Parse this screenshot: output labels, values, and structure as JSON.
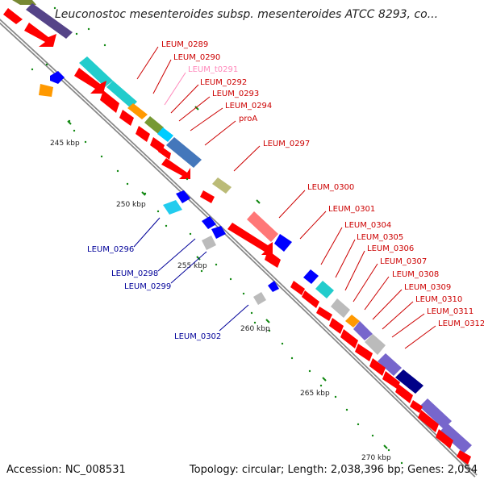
{
  "header": {
    "title": "Leuconostoc mesenteroides subsp. mesenteroides ATCC 8293, co..."
  },
  "footer": {
    "accession": "Accession: NC_008531",
    "topology": "Topology: circular; Length: 2,038,396 bp; Genes: 2,054"
  },
  "colors": {
    "cds": "#ff0000",
    "rna": "#ff99cc",
    "minus_label": "#000099",
    "plus_label": "#cc0000",
    "backbone": "#888888",
    "tick": "#118811"
  },
  "scale": {
    "ticks": [
      "245 kbp",
      "250 kbp",
      "255 kbp",
      "260 kbp",
      "265 kbp",
      "270 kbp"
    ]
  },
  "labels": {
    "top": [
      "LEUM_0289",
      "LEUM_0290",
      "LEUM_t0291",
      "LEUM_0292",
      "LEUM_0293",
      "LEUM_0294",
      "proA",
      "LEUM_0297",
      "LEUM_0300",
      "LEUM_0301",
      "LEUM_0304",
      "LEUM_0305",
      "LEUM_0306",
      "LEUM_0307",
      "LEUM_0308",
      "LEUM_0309",
      "LEUM_0310",
      "LEUM_0311",
      "LEUM_0312"
    ],
    "bottom": [
      "LEUM_0296",
      "LEUM_0298",
      "LEUM_0299",
      "LEUM_0302"
    ]
  }
}
